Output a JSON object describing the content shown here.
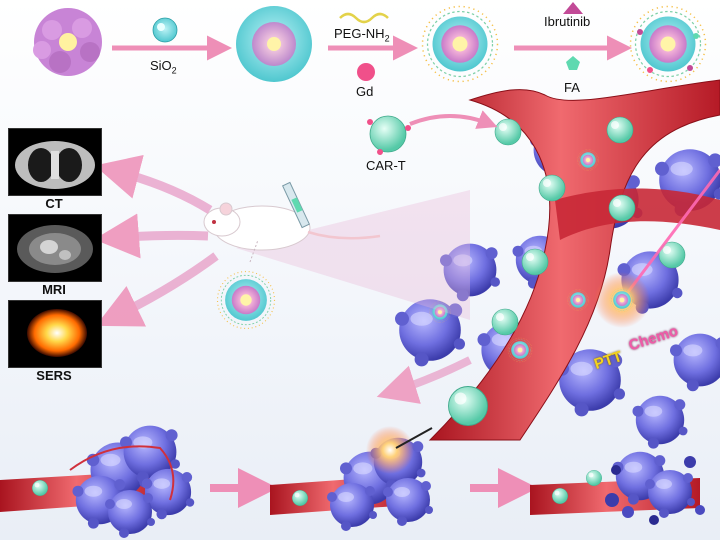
{
  "synthesis": {
    "sio2": "SiO",
    "sio2_sub": "2",
    "peg": "PEG-NH",
    "peg_sub": "2",
    "gd": "Gd",
    "ibrutinib": "Ibrutinib",
    "fa": "FA"
  },
  "cells": {
    "car_t": "CAR-T"
  },
  "imaging": {
    "ct": "CT",
    "mri": "MRI",
    "sers": "SERS"
  },
  "therapy": {
    "ptt": "PTT",
    "chemo": "Chemo"
  },
  "colors": {
    "arrow_pink": "#ee8fb7",
    "vessel_red": "#d8323f",
    "tumor_purple": "#6f6fe0",
    "cart_teal": "#7fe0c6",
    "gd_pink": "#f0508a",
    "fa_teal": "#5fd9b0",
    "ibrutinib_purple": "#c24a97"
  }
}
